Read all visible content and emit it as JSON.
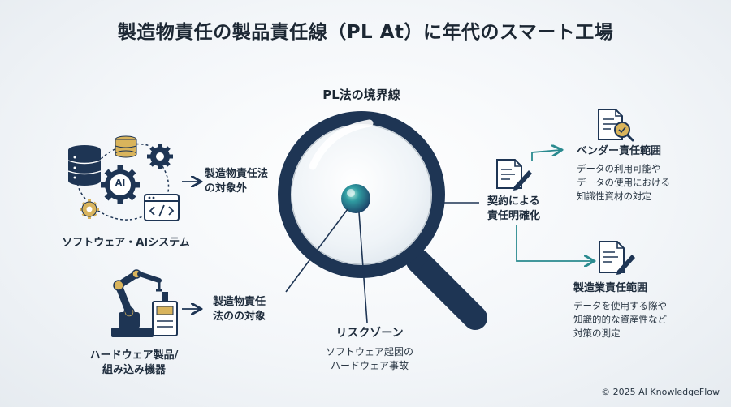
{
  "title": "製造物責任の製品責任線（PL At）に年代のスマート工場",
  "lens_title": "PL法の境界線",
  "left_top": {
    "label": "ソフトウェア・AIシステム",
    "arrow_label_line1": "製造物責任法",
    "arrow_label_line2": "の対象外",
    "ai_text": "AI"
  },
  "left_bottom": {
    "label_line1": "ハードウェア製品/",
    "label_line2": "組み込み機器",
    "arrow_label_line1": "製造物責任",
    "arrow_label_line2": "法のの対象"
  },
  "risk_zone": {
    "title": "リスクゾーン",
    "line1": "ソフトウェア起因の",
    "line2": "ハードウェア事故"
  },
  "contract": {
    "line1": "契約による",
    "line2": "責任明確化"
  },
  "vendor": {
    "title": "ベンダー責任範囲",
    "line1": "データの利用可能や",
    "line2": "データの使用における",
    "line3": "知識性資材の対定"
  },
  "manufacturer": {
    "title": "製造業責任範囲",
    "line1": "データを使用する際や",
    "line2": "知識的的な資産性など",
    "line3": "対策の測定"
  },
  "footer": "© 2025 AI KnowledgeFlow",
  "colors": {
    "navy": "#1e3554",
    "teal": "#2a8a8f",
    "gold": "#d9b45c",
    "gray": "#6b7a88"
  }
}
